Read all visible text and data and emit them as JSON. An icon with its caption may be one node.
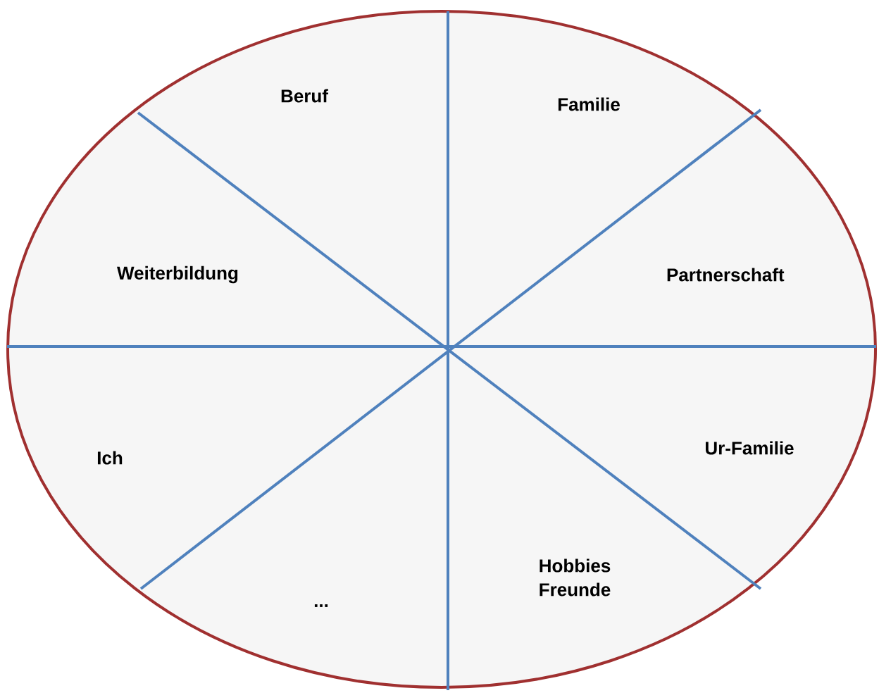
{
  "diagram": {
    "labels": [
      "Beruf",
      "Familie",
      "Weiterbildung",
      "Partnerschaft",
      "Ich",
      "Ur-Familie",
      "...",
      "Hobbies Freunde"
    ]
  }
}
